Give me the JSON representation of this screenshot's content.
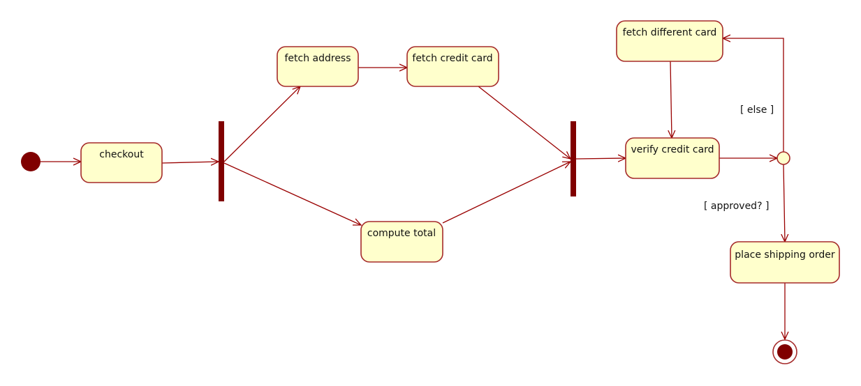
{
  "colors": {
    "node_fill": "#ffffcc",
    "node_stroke": "#a52a2a",
    "edge": "#990000",
    "bar": "#800000"
  },
  "nodes": {
    "checkout": "checkout",
    "fetch_address": "fetch address",
    "fetch_credit_card": "fetch credit card",
    "compute_total": "compute total",
    "verify_credit_card": "verify credit card",
    "fetch_different_card": "fetch different card",
    "place_shipping_order": "place shipping order"
  },
  "guards": {
    "else": "[ else ]",
    "approved": "[ approved? ]"
  }
}
